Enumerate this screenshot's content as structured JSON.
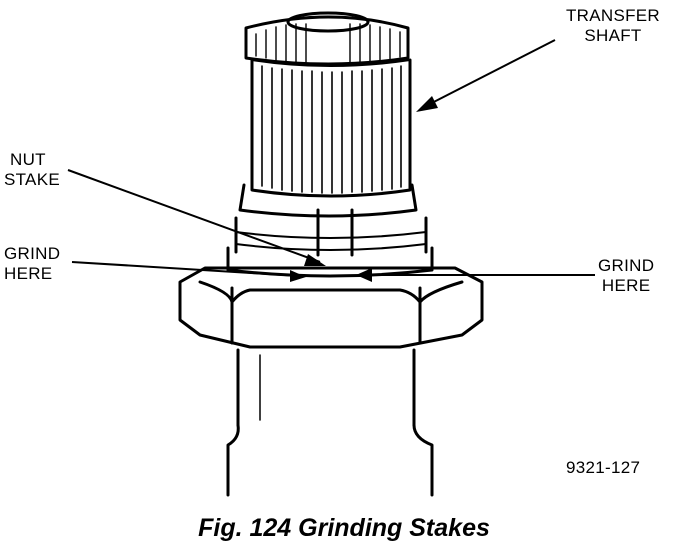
{
  "labels": {
    "transfer_shaft": [
      "TRANSFER",
      "SHAFT"
    ],
    "nut_stake": [
      "NUT",
      "STAKE"
    ],
    "grind_here_left": [
      "GRIND",
      "HERE"
    ],
    "grind_here_right": [
      "GRIND",
      "HERE"
    ],
    "part_number": "9321-127"
  },
  "caption": "Fig. 124 Grinding Stakes",
  "colors": {
    "ink": "#000000",
    "paper": "#ffffff"
  }
}
